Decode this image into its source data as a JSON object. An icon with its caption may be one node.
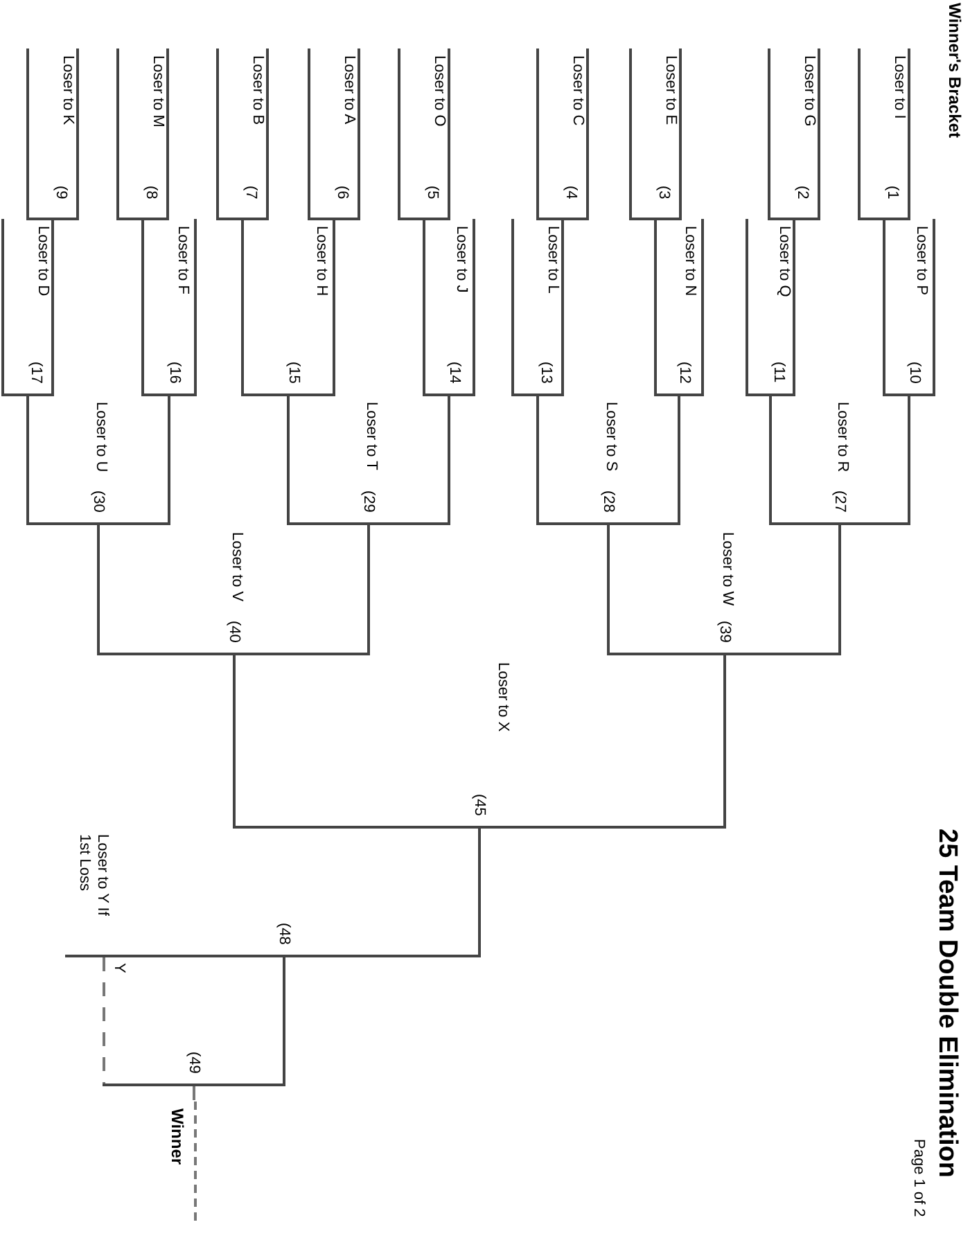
{
  "diagram": {
    "title": "25 Team Double Elimination",
    "nodes": [
      {
        "text": [
          "Loser to K",
          "(9"
        ]
      },
      {
        "text": [
          "Loser to M",
          "(8"
        ]
      },
      {
        "text": [
          "Loser to B",
          "(7"
        ]
      },
      {
        "text": [
          "Loser to A",
          "(6"
        ]
      },
      {
        "text": [
          "Loser to O",
          "(5"
        ]
      },
      {
        "text": [
          "Loser to C",
          "(4"
        ]
      },
      {
        "text": [
          "Loser to E",
          "(3"
        ]
      },
      {
        "text": [
          "Loser to G",
          "(2"
        ]
      },
      {
        "text": [
          "Loser to I",
          "(1"
        ]
      },
      {
        "text": [
          "Loser to D",
          "(17"
        ]
      },
      {
        "text": [
          "Loser to F",
          "(16"
        ]
      },
      {
        "text": [
          "Loser to H",
          "(15"
        ]
      },
      {
        "text": [
          "Loser to J",
          "(14"
        ]
      },
      {
        "text": [
          "Loser to L",
          "(13"
        ]
      },
      {
        "text": [
          "Loser to N",
          "(12"
        ]
      },
      {
        "text": [
          "Loser to Q",
          "(11"
        ]
      },
      {
        "text": [
          "Loser to P",
          "(10"
        ]
      },
      {
        "text": [
          "Loser to U",
          "(30"
        ]
      },
      {
        "text": [
          "Loser to T",
          "(29"
        ]
      },
      {
        "text": [
          "Loser to S",
          "(28"
        ]
      },
      {
        "text": [
          "Loser to R",
          "(27"
        ]
      },
      {
        "text": [
          "Loser to V",
          "(40"
        ]
      },
      {
        "text": [
          "Loser to W",
          "(39"
        ]
      },
      {
        "text": [
          "Loser to X",
          "(45"
        ]
      },
      {
        "text": [
          "Loser to Y If 1st Loss",
          "(48"
        ]
      },
      {
        "text": [
          "(49"
        ]
      },
      {
        "text": [
          "Winner"
        ]
      }
    ],
    "edges": [
      {
        "from": 0,
        "to": 9,
        "arrow": "none"
      },
      {
        "from": 1,
        "to": 10,
        "arrow": "none"
      },
      {
        "from": 2,
        "to": 11,
        "arrow": "none"
      },
      {
        "from": 3,
        "to": 11,
        "arrow": "none"
      },
      {
        "from": 4,
        "to": 12,
        "arrow": "none"
      },
      {
        "from": 5,
        "to": 13,
        "arrow": "none"
      },
      {
        "from": 6,
        "to": 14,
        "arrow": "none"
      },
      {
        "from": 7,
        "to": 15,
        "arrow": "none"
      },
      {
        "from": 8,
        "to": 16,
        "arrow": "none"
      },
      {
        "from": 9,
        "to": 17,
        "arrow": "none"
      },
      {
        "from": 10,
        "to": 17,
        "arrow": "none"
      },
      {
        "from": 11,
        "to": 18,
        "arrow": "none"
      },
      {
        "from": 12,
        "to": 18,
        "arrow": "none"
      },
      {
        "from": 13,
        "to": 19,
        "arrow": "none"
      },
      {
        "from": 14,
        "to": 19,
        "arrow": "none"
      },
      {
        "from": 15,
        "to": 20,
        "arrow": "none"
      },
      {
        "from": 16,
        "to": 20,
        "arrow": "none"
      },
      {
        "from": 17,
        "to": 21,
        "arrow": "none"
      },
      {
        "from": 18,
        "to": 21,
        "arrow": "none"
      },
      {
        "from": 19,
        "to": 22,
        "arrow": "none"
      },
      {
        "from": 20,
        "to": 22,
        "arrow": "none"
      },
      {
        "from": 21,
        "to": 23,
        "arrow": "none"
      },
      {
        "from": 22,
        "to": 23,
        "arrow": "none"
      },
      {
        "from": 23,
        "to": 24,
        "arrow": "none"
      },
      {
        "from": 24,
        "to": 25,
        "arrow": "none"
      },
      {
        "from": 24,
        "to": 25,
        "arrow": "none",
        "label": "Y",
        "style": "dashed"
      },
      {
        "from": 25,
        "to": 26,
        "arrow": "none",
        "style": "dashed"
      }
    ],
    "labels": [
      "Winner's Bracket",
      "Page 1 of 2"
    ]
  }
}
